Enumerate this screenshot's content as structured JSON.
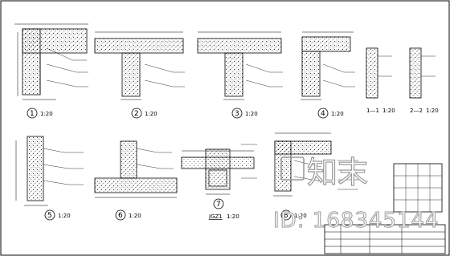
{
  "drawing": {
    "details_row1": [
      {
        "num": "1",
        "scale": "1:20"
      },
      {
        "num": "2",
        "scale": "1:20"
      },
      {
        "num": "3",
        "scale": "1:20"
      },
      {
        "num": "4",
        "scale": "1:20"
      }
    ],
    "sections": [
      {
        "label": "1—1",
        "scale": "1:20"
      },
      {
        "label": "2—2",
        "scale": "1:20"
      }
    ],
    "details_row2": [
      {
        "num": "5",
        "scale": "1:20"
      },
      {
        "num": "6",
        "scale": "1:20"
      },
      {
        "num": "7",
        "scale": ""
      },
      {
        "num": "8",
        "scale": "1:20"
      }
    ],
    "column_detail": {
      "label": "JGZ1",
      "scale": "1:20"
    }
  },
  "watermark": {
    "logo_text": "知末",
    "id_text": "ID: 168345144"
  },
  "colors": {
    "line": "#000000",
    "hatch": "#000000",
    "watermark": "#9a9a9a"
  }
}
